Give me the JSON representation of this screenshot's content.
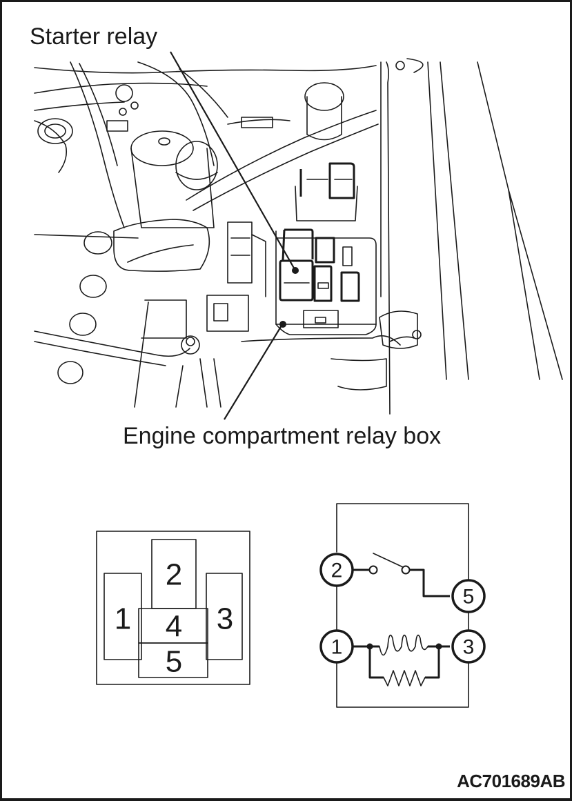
{
  "labels": {
    "starter_relay": "Starter relay",
    "relay_box": "Engine compartment relay box",
    "figure_code": "AC701689AB"
  },
  "connector_face": {
    "pins": [
      {
        "id": "pin-1",
        "number": "1"
      },
      {
        "id": "pin-2",
        "number": "2"
      },
      {
        "id": "pin-3",
        "number": "3"
      },
      {
        "id": "pin-4",
        "number": "4"
      },
      {
        "id": "pin-5",
        "number": "5"
      }
    ]
  },
  "schematic": {
    "terminals": [
      {
        "id": "terminal-2",
        "number": "2",
        "role": "switch input"
      },
      {
        "id": "terminal-5",
        "number": "5",
        "role": "switch output"
      },
      {
        "id": "terminal-1",
        "number": "1",
        "role": "coil"
      },
      {
        "id": "terminal-3",
        "number": "3",
        "role": "coil"
      }
    ],
    "components": [
      "normally-open switch",
      "coil",
      "resistor"
    ]
  }
}
